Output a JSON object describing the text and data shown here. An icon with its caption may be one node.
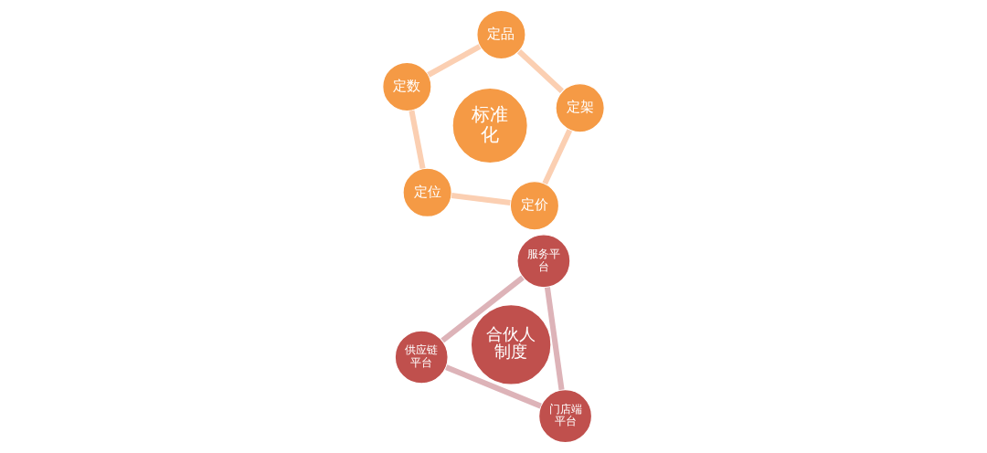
{
  "diagram": {
    "nodes": [
      {
        "text": [
          "定位"
        ]
      },
      {
        "text": [
          "定价"
        ]
      },
      {
        "text": [
          "标准化"
        ]
      },
      {
        "text": [
          "定数"
        ]
      },
      {
        "text": [
          "定架"
        ]
      },
      {
        "text": [
          "定品"
        ]
      },
      {
        "text": [
          "供应链平台"
        ]
      },
      {
        "text": [
          "合伙人制度"
        ]
      },
      {
        "text": [
          "门店端平台"
        ]
      },
      {
        "text": [
          "服务平台"
        ]
      }
    ],
    "edges": [
      {
        "from": 0,
        "to": 3,
        "arrow": "none"
      },
      {
        "from": 3,
        "to": 5,
        "arrow": "none"
      },
      {
        "from": 5,
        "to": 4,
        "arrow": "none"
      },
      {
        "from": 4,
        "to": 1,
        "arrow": "none"
      },
      {
        "from": 1,
        "to": 0,
        "arrow": "none"
      },
      {
        "from": 6,
        "to": 9,
        "arrow": "none",
        "color": "#ddb3b8"
      },
      {
        "from": 9,
        "to": 8,
        "arrow": "none",
        "color": "#ddb3b8"
      },
      {
        "from": 8,
        "to": 6,
        "arrow": "none",
        "color": "#ddb3b8"
      }
    ]
  }
}
